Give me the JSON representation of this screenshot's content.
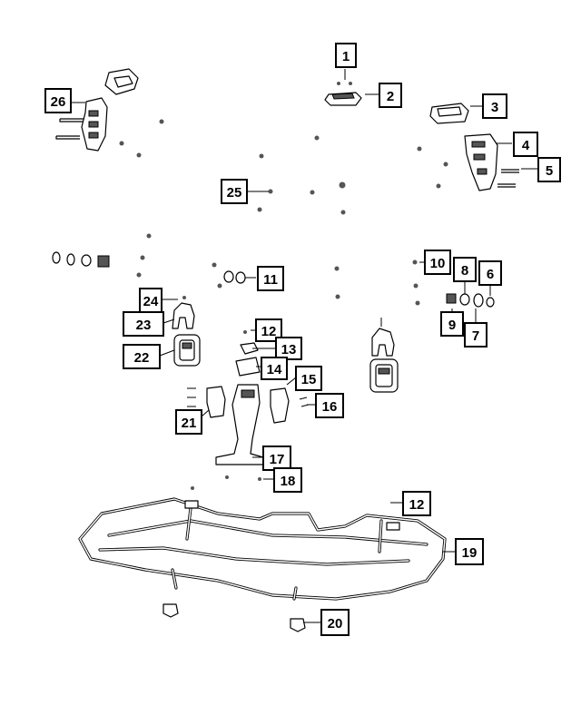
{
  "callouts": [
    {
      "id": "c1",
      "label": "1"
    },
    {
      "id": "c2",
      "label": "2"
    },
    {
      "id": "c3",
      "label": "3"
    },
    {
      "id": "c4",
      "label": "4"
    },
    {
      "id": "c5",
      "label": "5"
    },
    {
      "id": "c6",
      "label": "6"
    },
    {
      "id": "c7",
      "label": "7"
    },
    {
      "id": "c8",
      "label": "8"
    },
    {
      "id": "c9",
      "label": "9"
    },
    {
      "id": "c10",
      "label": "10"
    },
    {
      "id": "c11",
      "label": "11"
    },
    {
      "id": "c12a",
      "label": "12"
    },
    {
      "id": "c12b",
      "label": "12"
    },
    {
      "id": "c13",
      "label": "13"
    },
    {
      "id": "c14",
      "label": "14"
    },
    {
      "id": "c15",
      "label": "15"
    },
    {
      "id": "c16",
      "label": "16"
    },
    {
      "id": "c17",
      "label": "17"
    },
    {
      "id": "c18",
      "label": "18"
    },
    {
      "id": "c19",
      "label": "19"
    },
    {
      "id": "c20",
      "label": "20"
    },
    {
      "id": "c21",
      "label": "21"
    },
    {
      "id": "c22",
      "label": "22"
    },
    {
      "id": "c23",
      "label": "23"
    },
    {
      "id": "c24",
      "label": "24"
    },
    {
      "id": "c25",
      "label": "25"
    },
    {
      "id": "c26",
      "label": "26"
    }
  ]
}
